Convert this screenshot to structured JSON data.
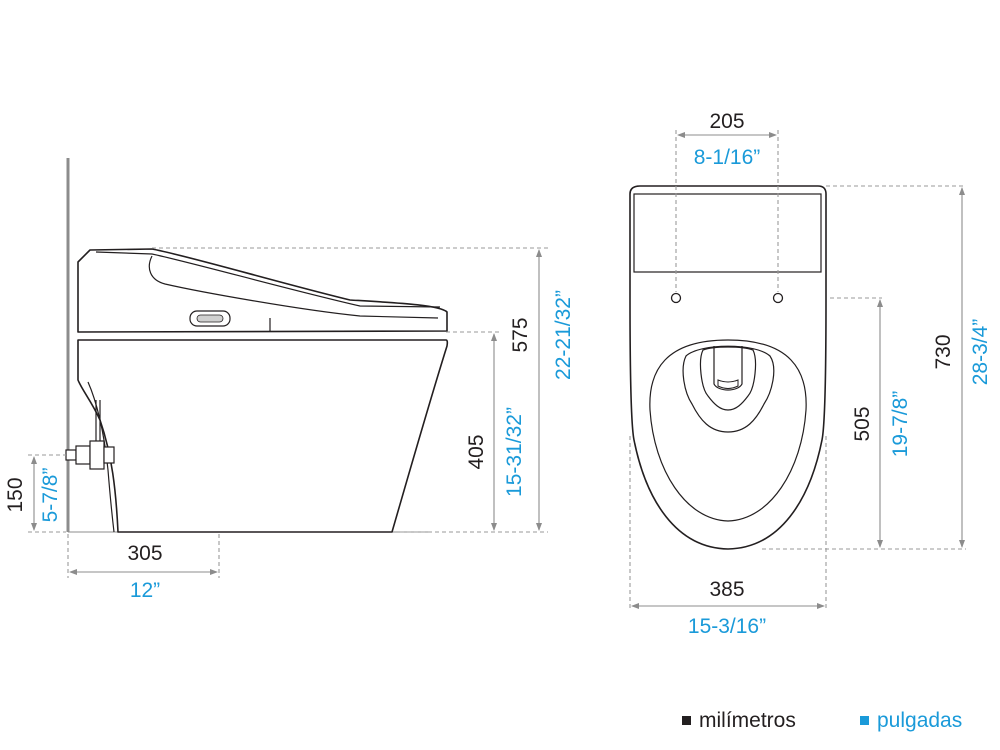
{
  "side_view": {
    "height_total": {
      "mm": "575",
      "in": "22-21/32”"
    },
    "height_bowl": {
      "mm": "405",
      "in": "15-31/32”"
    },
    "height_supply": {
      "mm": "150",
      "in": "5-7/8”"
    },
    "depth_outlet": {
      "mm": "305",
      "in": "12”"
    }
  },
  "top_view": {
    "width_holes": {
      "mm": "205",
      "in": "8-1/16”"
    },
    "length_total": {
      "mm": "730",
      "in": "28-3/4”"
    },
    "length_bowl": {
      "mm": "505",
      "in": "19-7/8”"
    },
    "width_total": {
      "mm": "385",
      "in": "15-3/16”"
    }
  },
  "legend": {
    "mm_label": "milímetros",
    "in_label": "pulgadas",
    "mm_color": "#231f20",
    "in_color": "#1a9ad9"
  }
}
